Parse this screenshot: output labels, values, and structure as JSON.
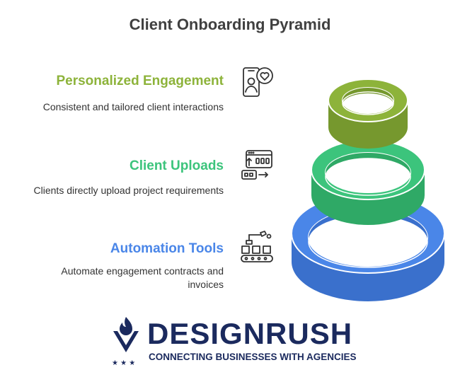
{
  "title": "Client Onboarding Pyramid",
  "levels": [
    {
      "title": "Personalized Engagement",
      "description": "Consistent and tailored client interactions",
      "icon": "phone-heart-icon",
      "color": "#8db33a"
    },
    {
      "title": "Client Uploads",
      "description": "Clients directly upload project requirements",
      "icon": "upload-window-icon",
      "color": "#3cc47c"
    },
    {
      "title": "Automation Tools",
      "description": "Automate engagement contracts and invoices",
      "icon": "robot-conveyor-icon",
      "color": "#4a86e8"
    }
  ],
  "logo": {
    "name": "DESIGNRUSH",
    "tagline": "CONNECTING BUSINESSES WITH AGENCIES",
    "color": "#1b2a5e"
  }
}
